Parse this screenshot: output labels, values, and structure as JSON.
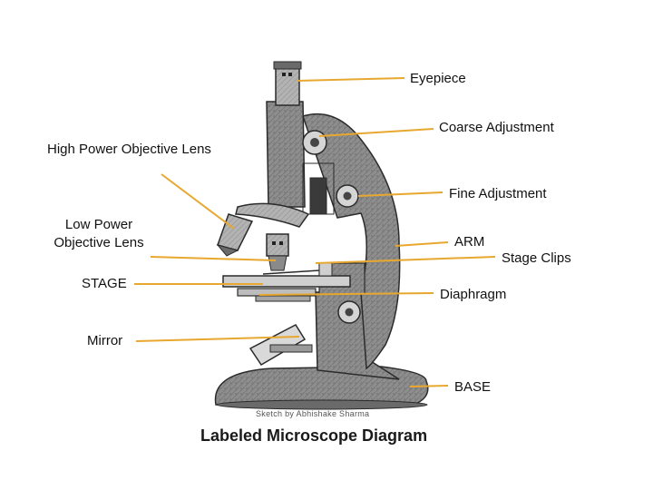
{
  "labels": {
    "eyepiece": "Eyepiece",
    "coarse_adjustment": "Coarse Adjustment",
    "high_power_objective": "High Power Objective Lens",
    "fine_adjustment": "Fine Adjustment",
    "low_power_objective": "Low Power Objective Lens",
    "arm": "ARM",
    "stage_clips": "Stage Clips",
    "stage": "STAGE",
    "diaphragm": "Diaphragm",
    "mirror": "Mirror",
    "base": "BASE"
  },
  "credit": "Sketch by Abhishake Sharma",
  "title": "Labeled Microscope Diagram",
  "colors": {
    "leader_line": "#e8a830",
    "body_fill": "#8c8c8c",
    "body_dark": "#5a5a5a",
    "body_light": "#b5b5b5",
    "outline": "#2b2b2b"
  }
}
